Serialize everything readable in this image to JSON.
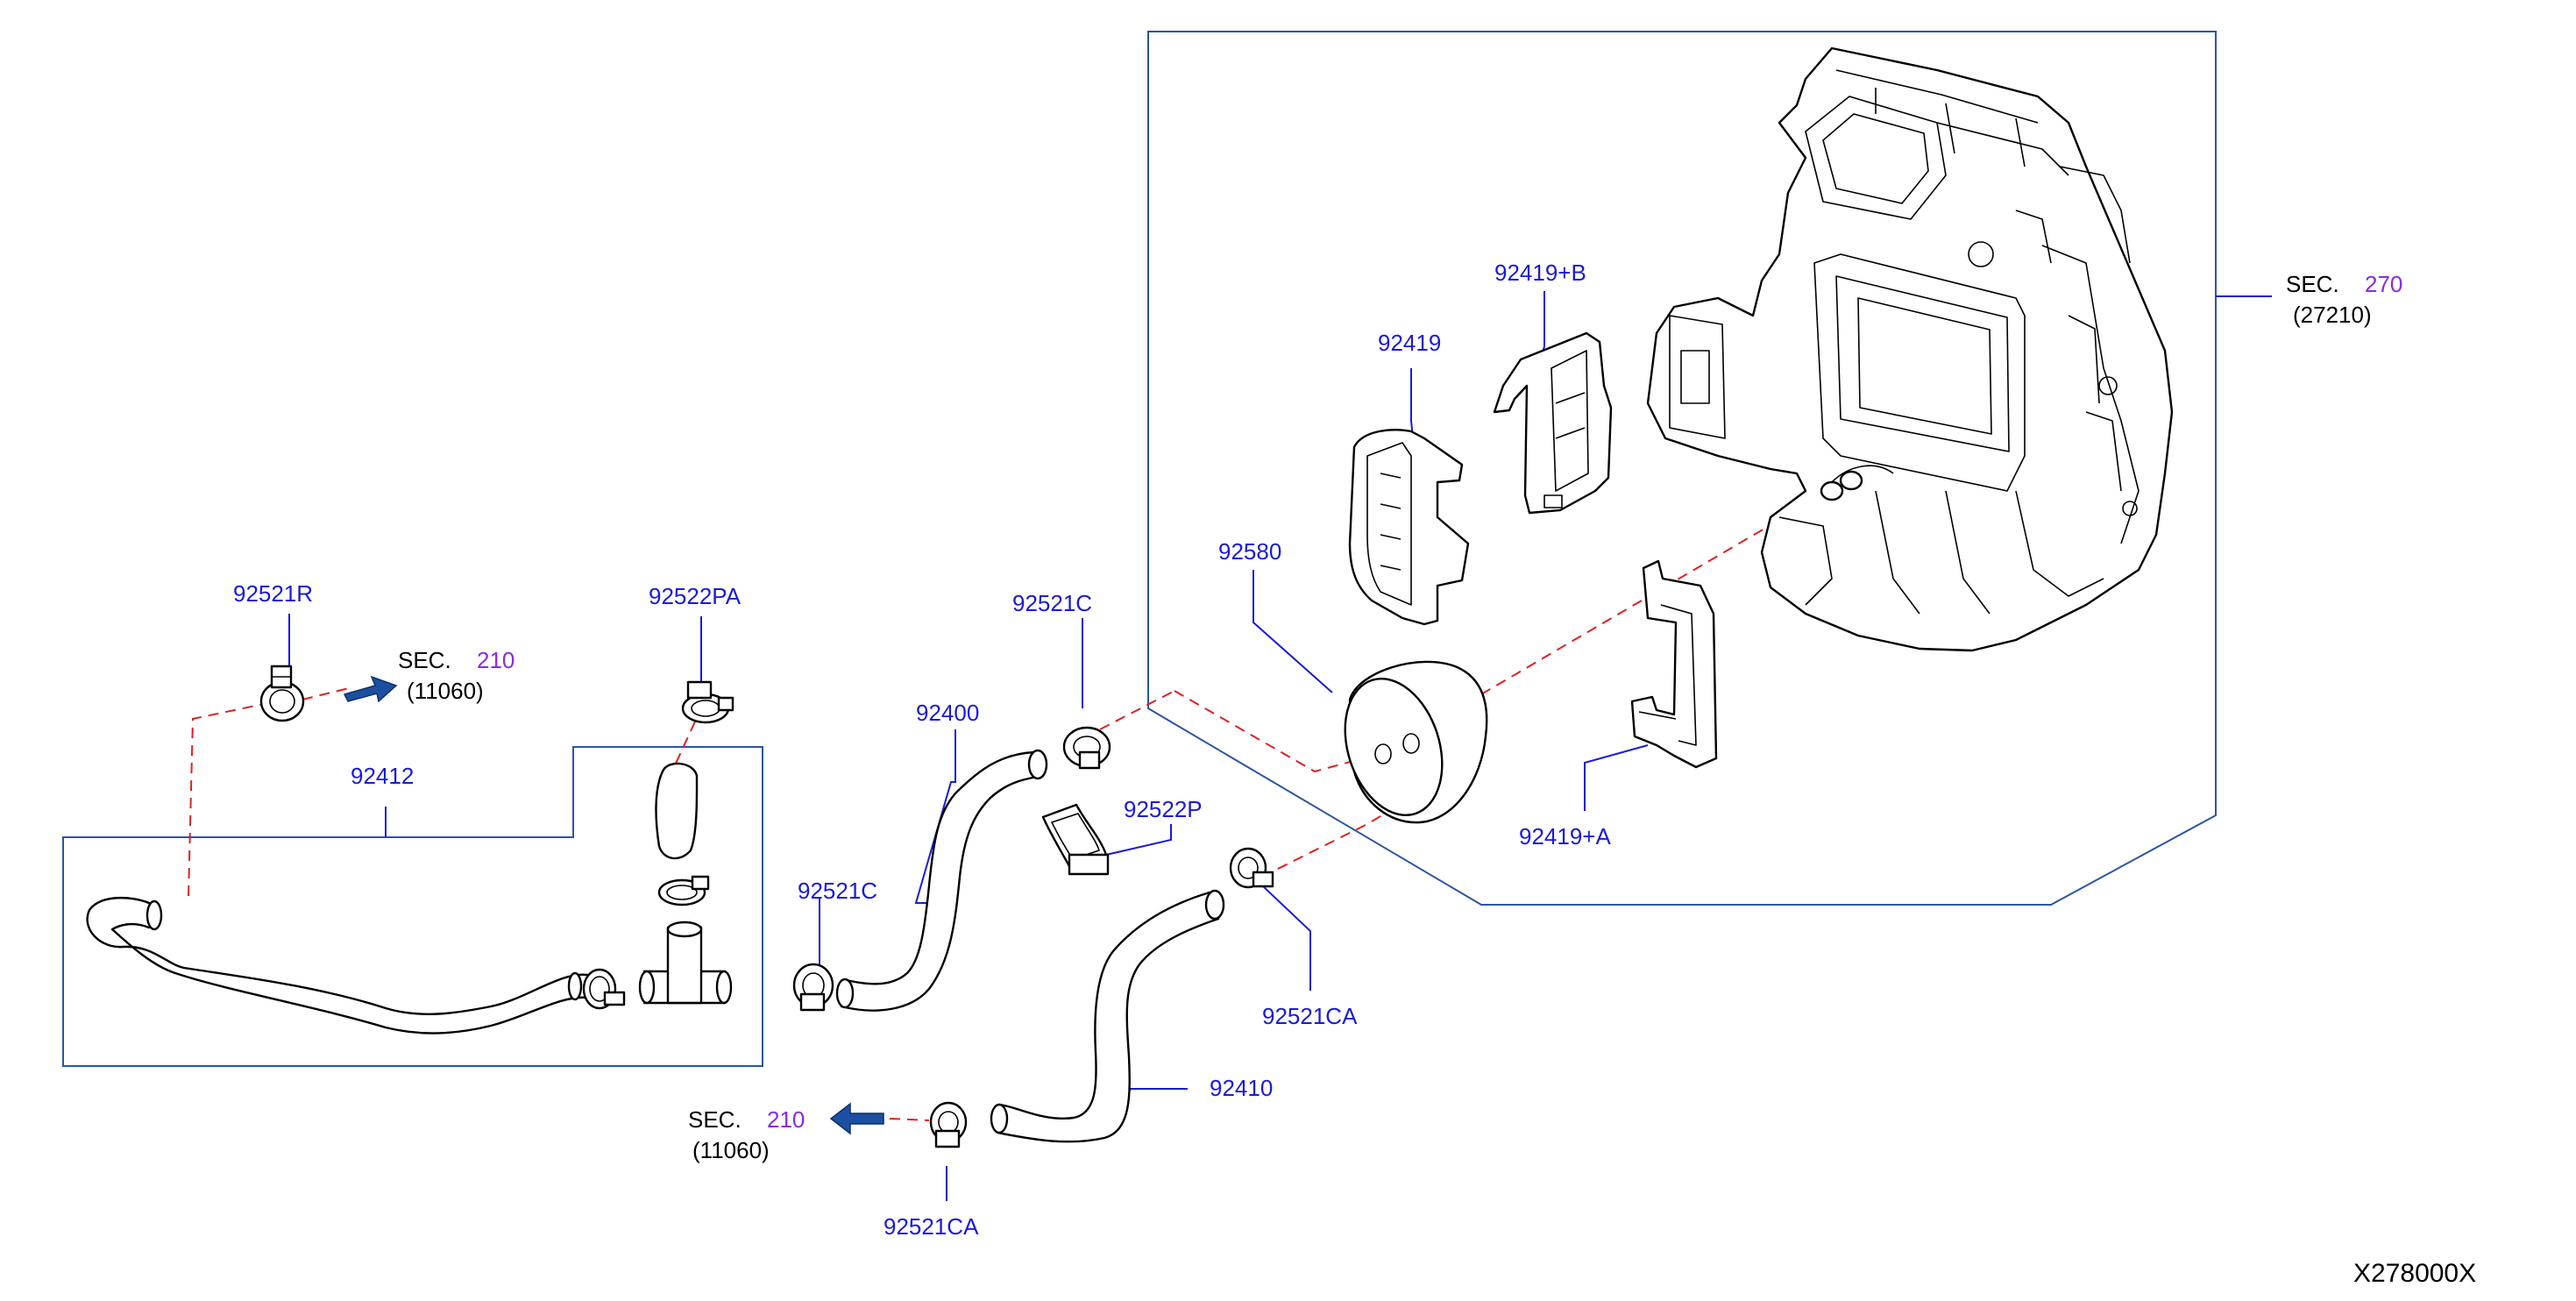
{
  "diagram": {
    "reference_code": "X278000X",
    "section_refs": [
      {
        "id": "sec-210-top",
        "prefix": "SEC.",
        "number": "210",
        "code": "(11060)"
      },
      {
        "id": "sec-210-bottom",
        "prefix": "SEC.",
        "number": "210",
        "code": "(11060)"
      },
      {
        "id": "sec-270",
        "prefix": "SEC.",
        "number": "270",
        "code": "(27210)"
      }
    ],
    "parts": [
      {
        "id": "92521R",
        "label": "92521R"
      },
      {
        "id": "92522PA",
        "label": "92522PA"
      },
      {
        "id": "92412",
        "label": "92412"
      },
      {
        "id": "92521C-upper",
        "label": "92521C"
      },
      {
        "id": "92400",
        "label": "92400"
      },
      {
        "id": "92522P",
        "label": "92522P"
      },
      {
        "id": "92521C-lower",
        "label": "92521C"
      },
      {
        "id": "92521CA-right",
        "label": "92521CA"
      },
      {
        "id": "92410",
        "label": "92410"
      },
      {
        "id": "92521CA-bottom",
        "label": "92521CA"
      },
      {
        "id": "92419+B",
        "label": "92419+B"
      },
      {
        "id": "92419",
        "label": "92419"
      },
      {
        "id": "92580",
        "label": "92580"
      },
      {
        "id": "92419+A",
        "label": "92419+A"
      }
    ],
    "colors": {
      "part_label": "#1a1adb",
      "section_number": "#8a2be2",
      "leader_line": "#1a1adb",
      "frame_line": "#2a55a5",
      "connection_dash": "#e02020",
      "direction_arrow": "#1d4fa0"
    }
  }
}
